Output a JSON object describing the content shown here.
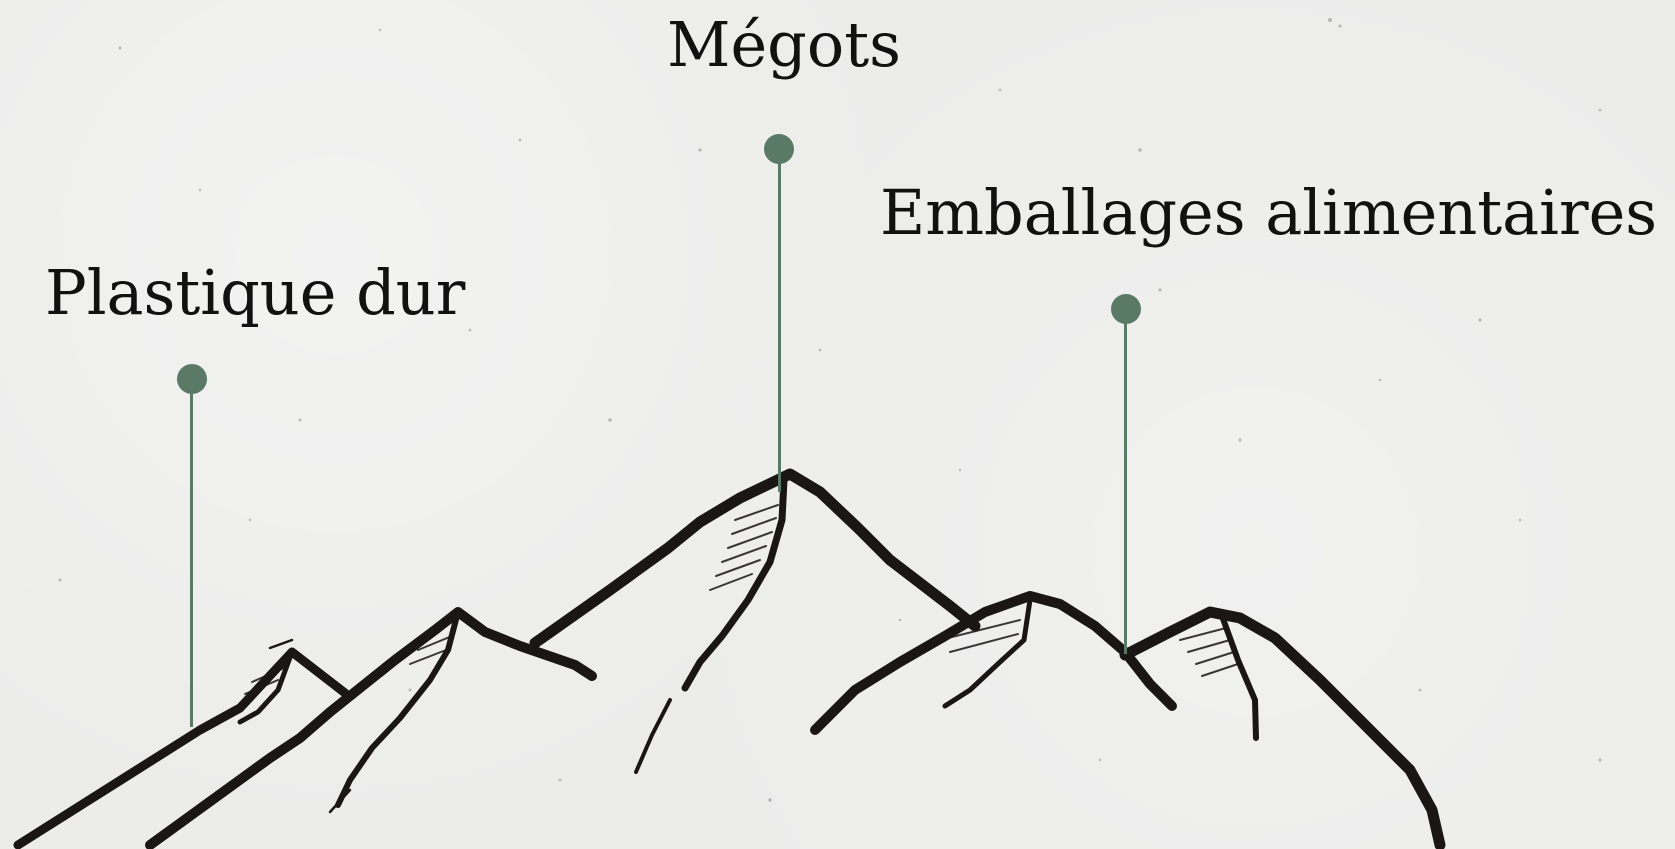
{
  "labels": {
    "megots": "Mégots",
    "emballages": "Emballages alimentaires",
    "plastique": "Plastique dur"
  },
  "colors": {
    "background": "#ececeb",
    "marker": "#5a7a65",
    "ink": "#111111"
  }
}
